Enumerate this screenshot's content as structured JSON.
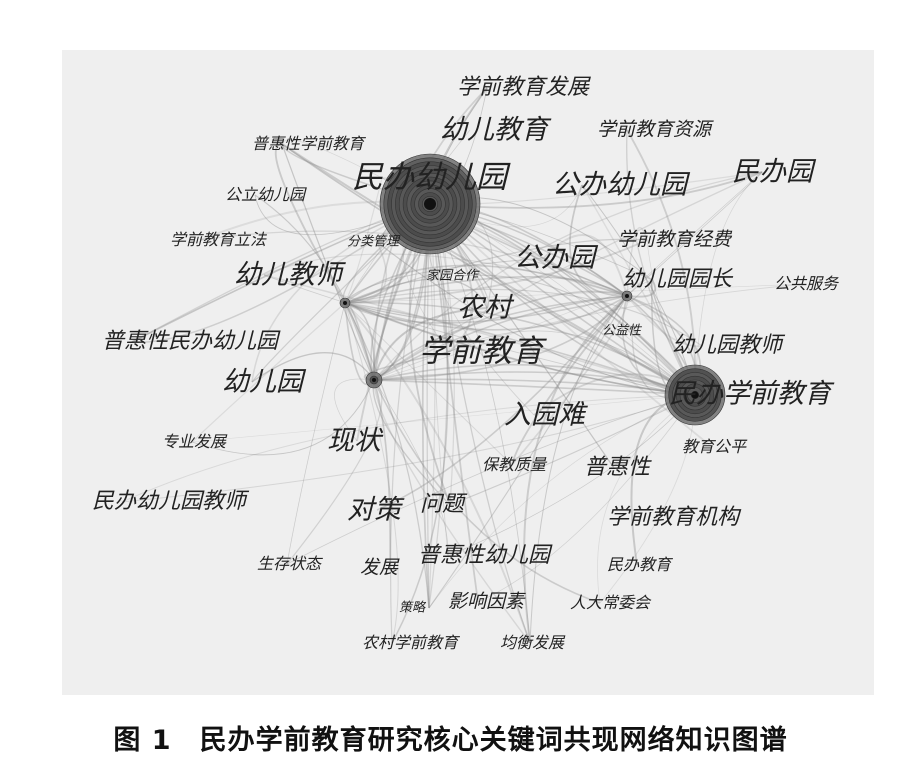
{
  "figure": {
    "background": "#efefef",
    "edge_color": "#8a8a8a",
    "node_color": "#3a3a3a",
    "keywords": [
      {
        "label": "学前教育发展",
        "size": "md"
      },
      {
        "label": "幼儿教育",
        "size": "lg"
      },
      {
        "label": "学前教育资源",
        "size": "sm"
      },
      {
        "label": "普惠性学前教育",
        "size": "xs"
      },
      {
        "label": "民办幼儿园",
        "size": "xl"
      },
      {
        "label": "公办幼儿园",
        "size": "lg"
      },
      {
        "label": "民办园",
        "size": "lg"
      },
      {
        "label": "公立幼儿园",
        "size": "xs"
      },
      {
        "label": "学前教育立法",
        "size": "xs"
      },
      {
        "label": "分类管理",
        "size": "xxs"
      },
      {
        "label": "学前教育经费",
        "size": "sm"
      },
      {
        "label": "公办园",
        "size": "lg"
      },
      {
        "label": "幼儿教师",
        "size": "lg"
      },
      {
        "label": "家园合作",
        "size": "xxs"
      },
      {
        "label": "幼儿园园长",
        "size": "md"
      },
      {
        "label": "公共服务",
        "size": "xs"
      },
      {
        "label": "农村",
        "size": "lg"
      },
      {
        "label": "公益性",
        "size": "xxs"
      },
      {
        "label": "普惠性民办幼儿园",
        "size": "md"
      },
      {
        "label": "幼儿园教师",
        "size": "md"
      },
      {
        "label": "学前教育",
        "size": "xl"
      },
      {
        "label": "幼儿园",
        "size": "lg"
      },
      {
        "label": "民办学前教育",
        "size": "lg"
      },
      {
        "label": "入园难",
        "size": "lg"
      },
      {
        "label": "专业发展",
        "size": "xs"
      },
      {
        "label": "现状",
        "size": "lg"
      },
      {
        "label": "教育公平",
        "size": "xs"
      },
      {
        "label": "保教质量",
        "size": "xs"
      },
      {
        "label": "普惠性",
        "size": "md"
      },
      {
        "label": "民办幼儿园教师",
        "size": "md"
      },
      {
        "label": "对策",
        "size": "lg"
      },
      {
        "label": "问题",
        "size": "md"
      },
      {
        "label": "学前教育机构",
        "size": "md"
      },
      {
        "label": "生存状态",
        "size": "xs"
      },
      {
        "label": "发展",
        "size": "sm"
      },
      {
        "label": "普惠性幼儿园",
        "size": "md"
      },
      {
        "label": "民办教育",
        "size": "xs"
      },
      {
        "label": "策略",
        "size": "xxs"
      },
      {
        "label": "影响因素",
        "size": "sm"
      },
      {
        "label": "人大常委会",
        "size": "xs"
      },
      {
        "label": "农村学前教育",
        "size": "xs"
      },
      {
        "label": "均衡发展",
        "size": "xs"
      }
    ],
    "hubs": [
      {
        "name": "民办幼儿园",
        "weight": 5
      },
      {
        "name": "民办学前教育",
        "weight": 3
      },
      {
        "name": "幼儿教师",
        "weight": 1
      },
      {
        "name": "幼儿园",
        "weight": 1.3
      },
      {
        "name": "幼儿园园长",
        "weight": 0.8
      }
    ]
  },
  "caption": "图 1　民办学前教育研究核心关键词共现网络知识图谱"
}
